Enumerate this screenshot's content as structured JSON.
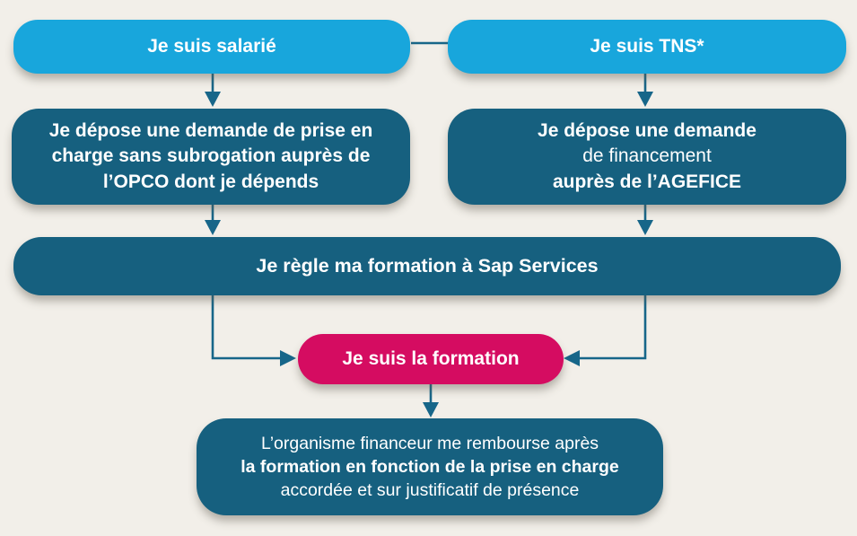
{
  "flow": {
    "nodes": {
      "salarie": {
        "label": "Je suis salarié"
      },
      "tns": {
        "label": "Je suis TNS*"
      },
      "opco": {
        "lines": [
          "Je dépose une demande de prise en",
          "charge sans subrogation auprès de",
          "l’OPCO dont je dépends"
        ]
      },
      "agefice": {
        "lines": [
          "Je dépose une demande",
          "de financement",
          "auprès de l’AGEFICE"
        ]
      },
      "regle": {
        "label": "Je règle ma formation à Sap Services"
      },
      "formation": {
        "label": "Je suis la formation"
      },
      "rembourse": {
        "lines": [
          "L’organisme financeur me rembourse après",
          "la formation en fonction de la prise en charge",
          "accordée et sur justificatif de présence"
        ]
      }
    },
    "colors": {
      "background": "#f2efe9",
      "light_blue": "#18a6dc",
      "dark_teal": "#16607f",
      "pink": "#d50c61",
      "connector": "#176689",
      "text": "#ffffff"
    }
  }
}
